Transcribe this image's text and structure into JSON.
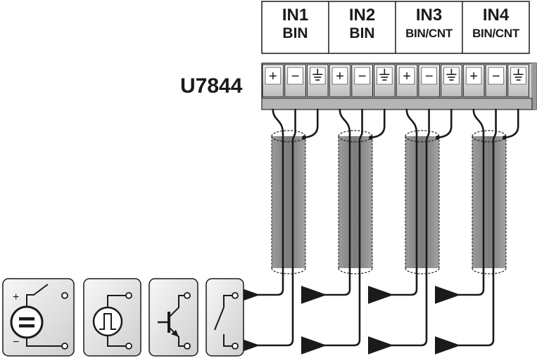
{
  "model_label": "U7844",
  "inputs": [
    {
      "name": "IN1",
      "type": "BIN"
    },
    {
      "name": "IN2",
      "type": "BIN"
    },
    {
      "name": "IN3",
      "type": "BIN/CNT"
    },
    {
      "name": "IN4",
      "type": "BIN/CNT"
    }
  ],
  "terminal_symbols": [
    "+",
    "−",
    "earth-icon"
  ],
  "sources": [
    "dc-source-switch-icon",
    "pulse-generator-icon",
    "transistor-icon",
    "switch-contact-icon"
  ],
  "colors": {
    "line": "#1a1a1a",
    "shield": "#8a8a8a",
    "terminal": "#e6e6e6",
    "panel": "#d9d9d9"
  }
}
